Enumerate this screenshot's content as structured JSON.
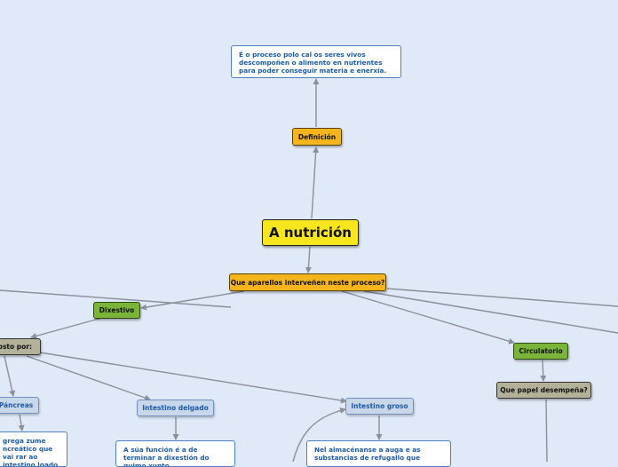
{
  "root": {
    "label": "A nutrición"
  },
  "definicion": {
    "label": "Definición",
    "text": "É o proceso polo cal os seres vivos descompoñen o alimento en nutrientes para poder conseguir materia e enerxía."
  },
  "aparellos": {
    "label": "Que aparellos interveñen neste proceso?"
  },
  "dixestivo": {
    "label": "Dixestivo"
  },
  "composto": {
    "label": "posto por:"
  },
  "pancreas": {
    "label": "Páncreas",
    "text": "grega zume ncreático que vai rar ao intestino lgado"
  },
  "delgado": {
    "label": "Intestino delgado",
    "text": "A súa función é a de terminar a dixestión do quimo xunto"
  },
  "groso": {
    "label": "Intestino groso",
    "text": "Nel almacénanse a auga e as substancias de refugallo que"
  },
  "circulatorio": {
    "label": "Circulatorio"
  },
  "papel": {
    "label": "Que papel desempeña?"
  }
}
